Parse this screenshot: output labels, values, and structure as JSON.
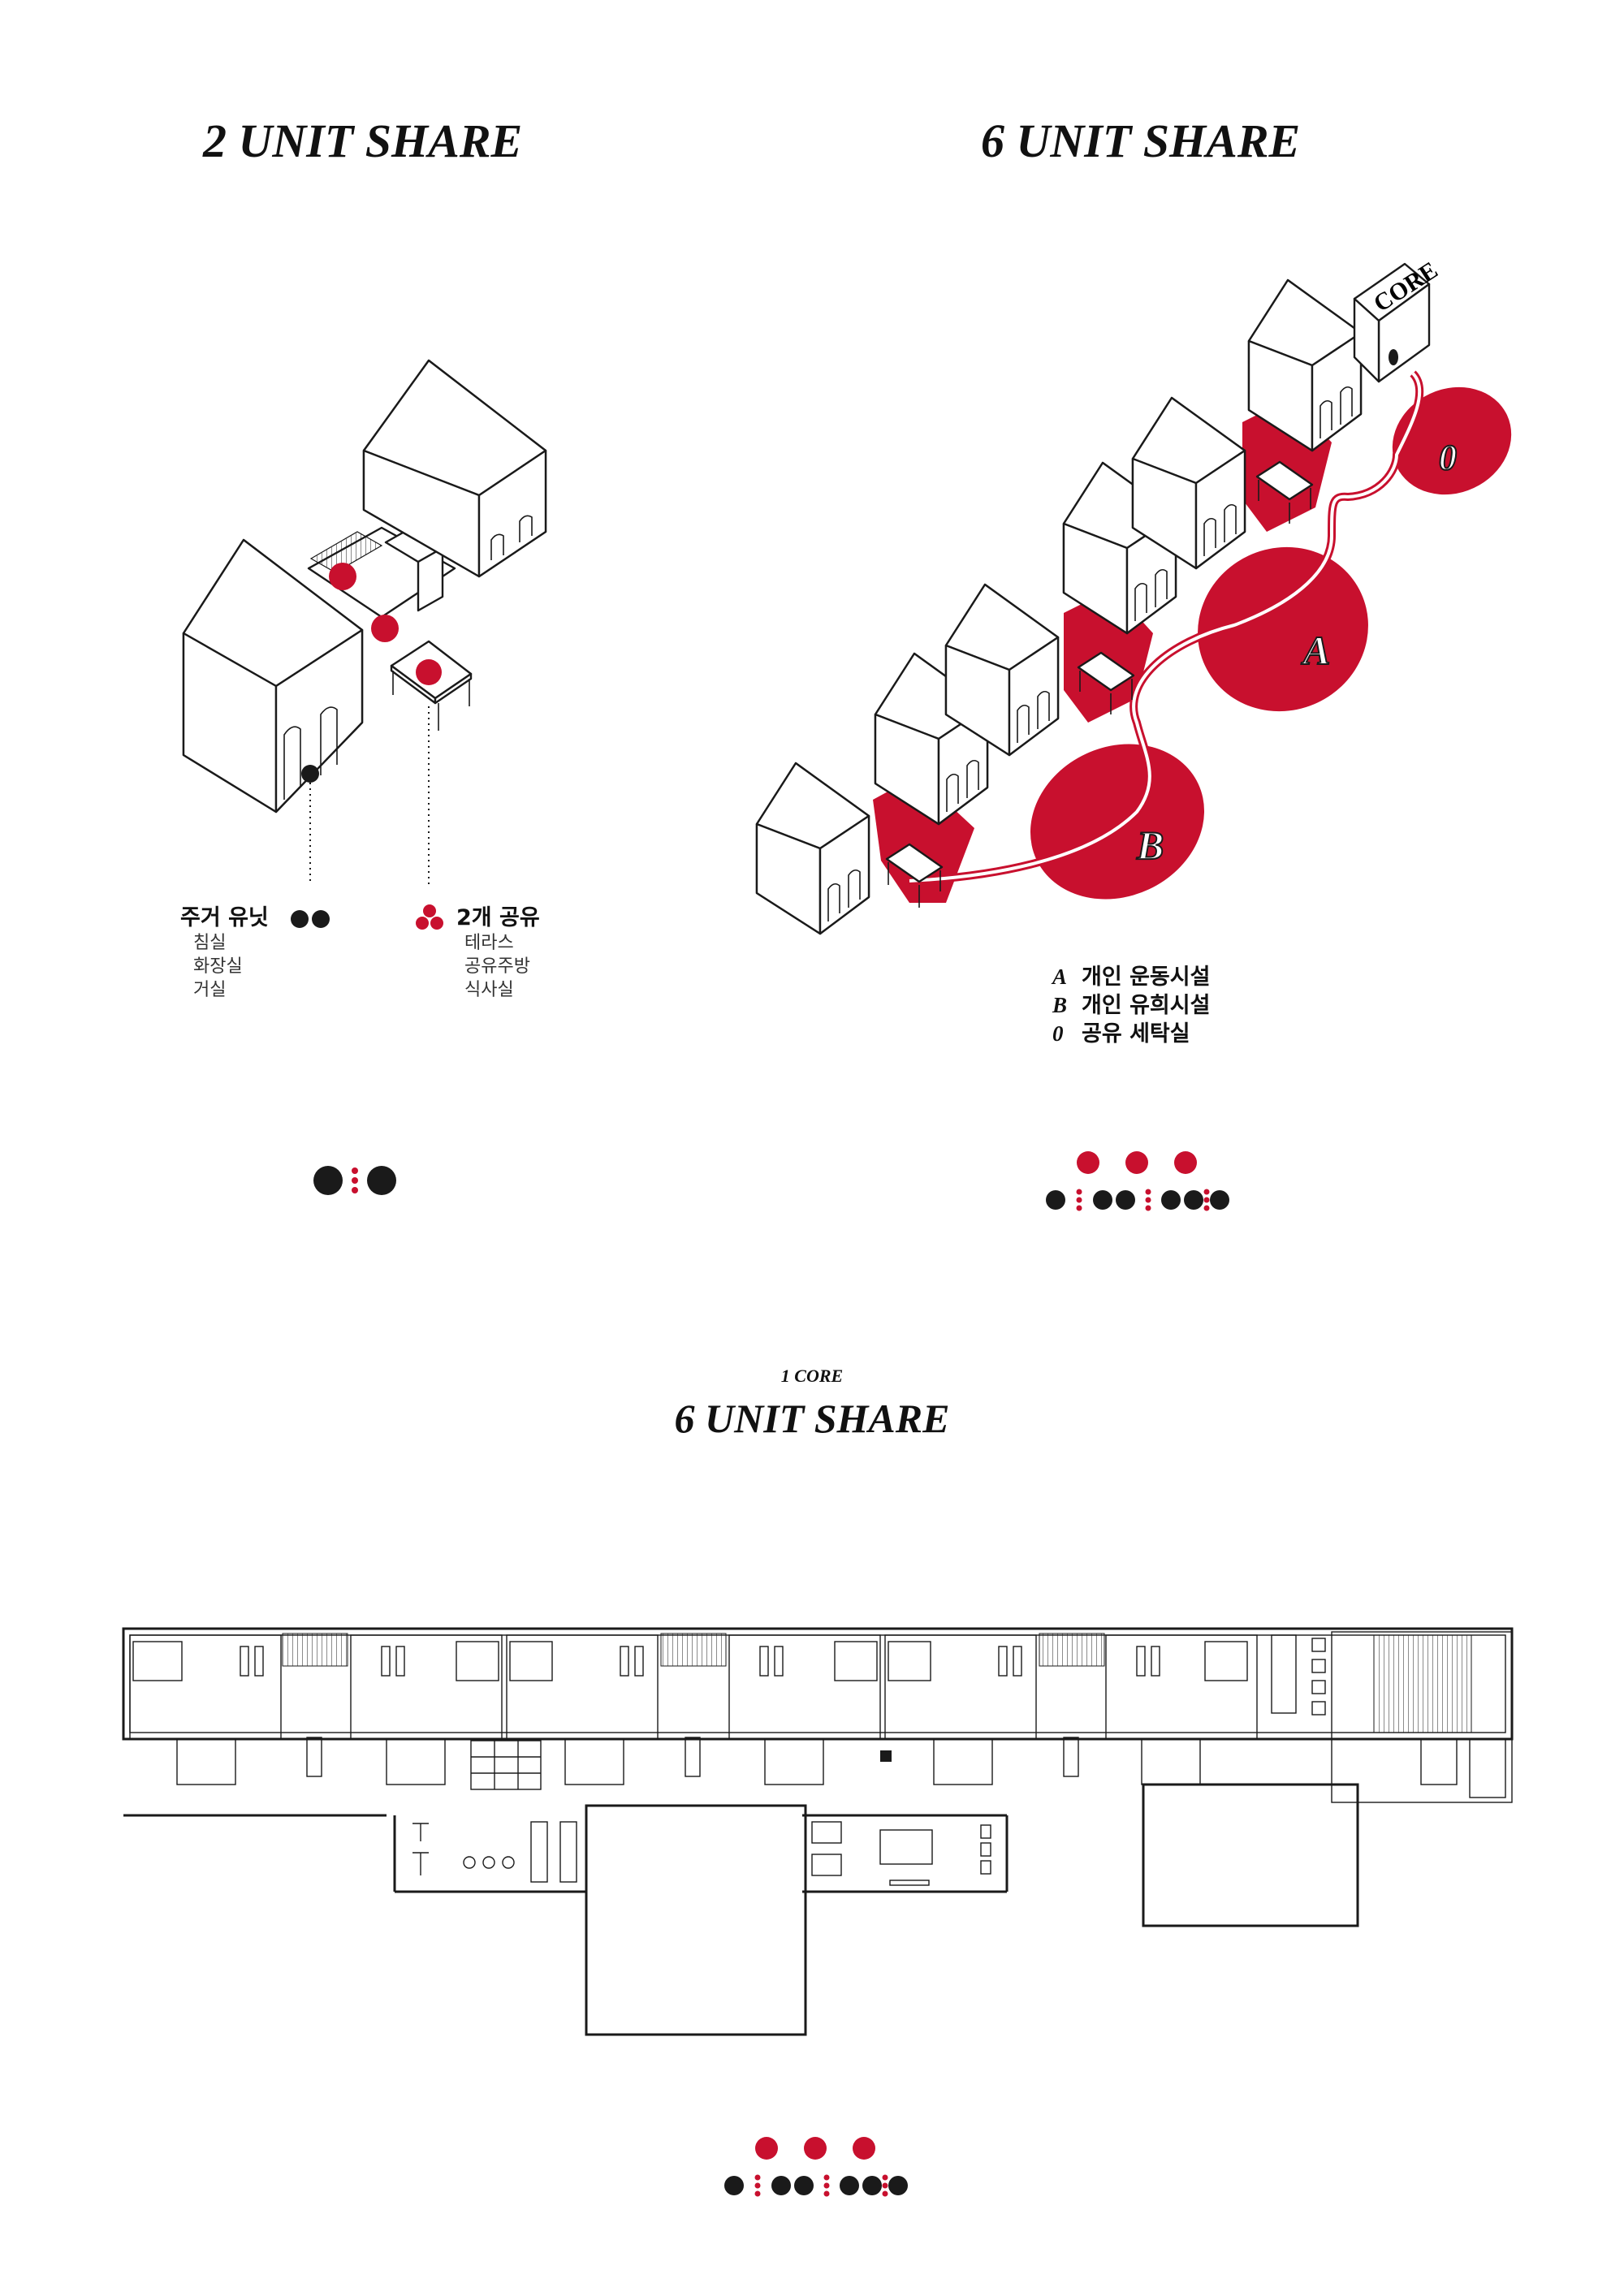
{
  "titles": {
    "left": "2 UNIT SHARE",
    "right": "6 UNIT SHARE",
    "plan_sub": "1 CORE",
    "plan": "6 UNIT SHARE"
  },
  "iso_labels": {
    "core": "CORE",
    "zone_a": "A",
    "zone_b": "B",
    "zone_0": "0"
  },
  "legend_left": {
    "heading": "주거 유닛",
    "items": [
      "침실",
      "화장실",
      "거실"
    ]
  },
  "legend_mid": {
    "heading": "2개 공유",
    "items": [
      "테라스",
      "공유주방",
      "식사실"
    ]
  },
  "legend_right": [
    {
      "key": "A",
      "text": "개인 운동시설"
    },
    {
      "key": "B",
      "text": "개인 유희시설"
    },
    {
      "key": "0",
      "text": "공유  세탁실"
    }
  ],
  "colors": {
    "accent": "#c8102e",
    "ink": "#1a1a1a",
    "line": "#222222"
  }
}
